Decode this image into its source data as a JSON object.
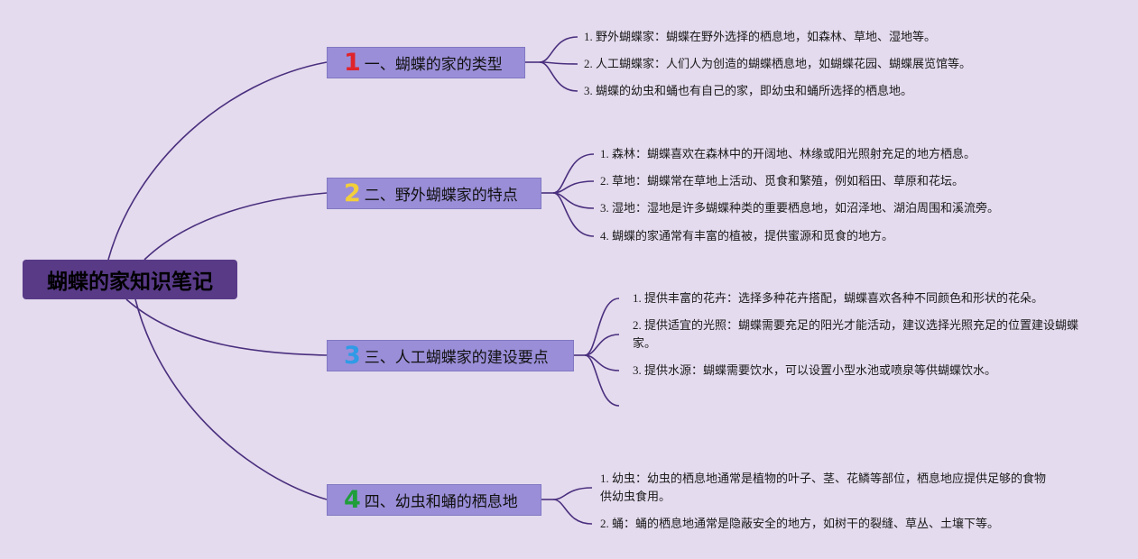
{
  "root": {
    "title": "蝴蝶的家知识笔记"
  },
  "colors": {
    "background": "#e4dbee",
    "root": "#583a87",
    "branch": "#9a8ed8",
    "connector": "#4a2f7e",
    "num1": "#e0242b",
    "num2": "#f2cf3a",
    "num3": "#2f9be6",
    "num4": "#1f9e3a"
  },
  "branches": [
    {
      "num": "1",
      "title": "一、蝴蝶的家的类型",
      "items": [
        "1. 野外蝴蝶家：蝴蝶在野外选择的栖息地，如森林、草地、湿地等。",
        "2. 人工蝴蝶家：人们人为创造的蝴蝶栖息地，如蝴蝶花园、蝴蝶展览馆等。",
        "3. 蝴蝶的幼虫和蛹也有自己的家，即幼虫和蛹所选择的栖息地。"
      ]
    },
    {
      "num": "2",
      "title": "二、野外蝴蝶家的特点",
      "items": [
        "1. 森林：蝴蝶喜欢在森林中的开阔地、林缘或阳光照射充足的地方栖息。",
        "2. 草地：蝴蝶常在草地上活动、觅食和繁殖，例如稻田、草原和花坛。",
        "3. 湿地：湿地是许多蝴蝶种类的重要栖息地，如沼泽地、湖泊周围和溪流旁。",
        "4. 蝴蝶的家通常有丰富的植被，提供蜜源和觅食的地方。"
      ]
    },
    {
      "num": "3",
      "title": "三、人工蝴蝶家的建设要点",
      "items": [
        "1. 提供丰富的花卉：选择多种花卉搭配，蝴蝶喜欢各种不同颜色和形状的花朵。",
        "2. 提供适宜的光照：蝴蝶需要充足的阳光才能活动，建议选择光照充足的位置建设蝴蝶家。",
        "3. 提供水源：蝴蝶需要饮水，可以设置小型水池或喷泉等供蝴蝶饮水。"
      ]
    },
    {
      "num": "4",
      "title": "四、幼虫和蛹的栖息地",
      "items": [
        "1. 幼虫：幼虫的栖息地通常是植物的叶子、茎、花鳞等部位，栖息地应提供足够的食物供幼虫食用。",
        "2. 蛹：蛹的栖息地通常是隐蔽安全的地方，如树干的裂缝、草丛、土壤下等。"
      ]
    }
  ]
}
